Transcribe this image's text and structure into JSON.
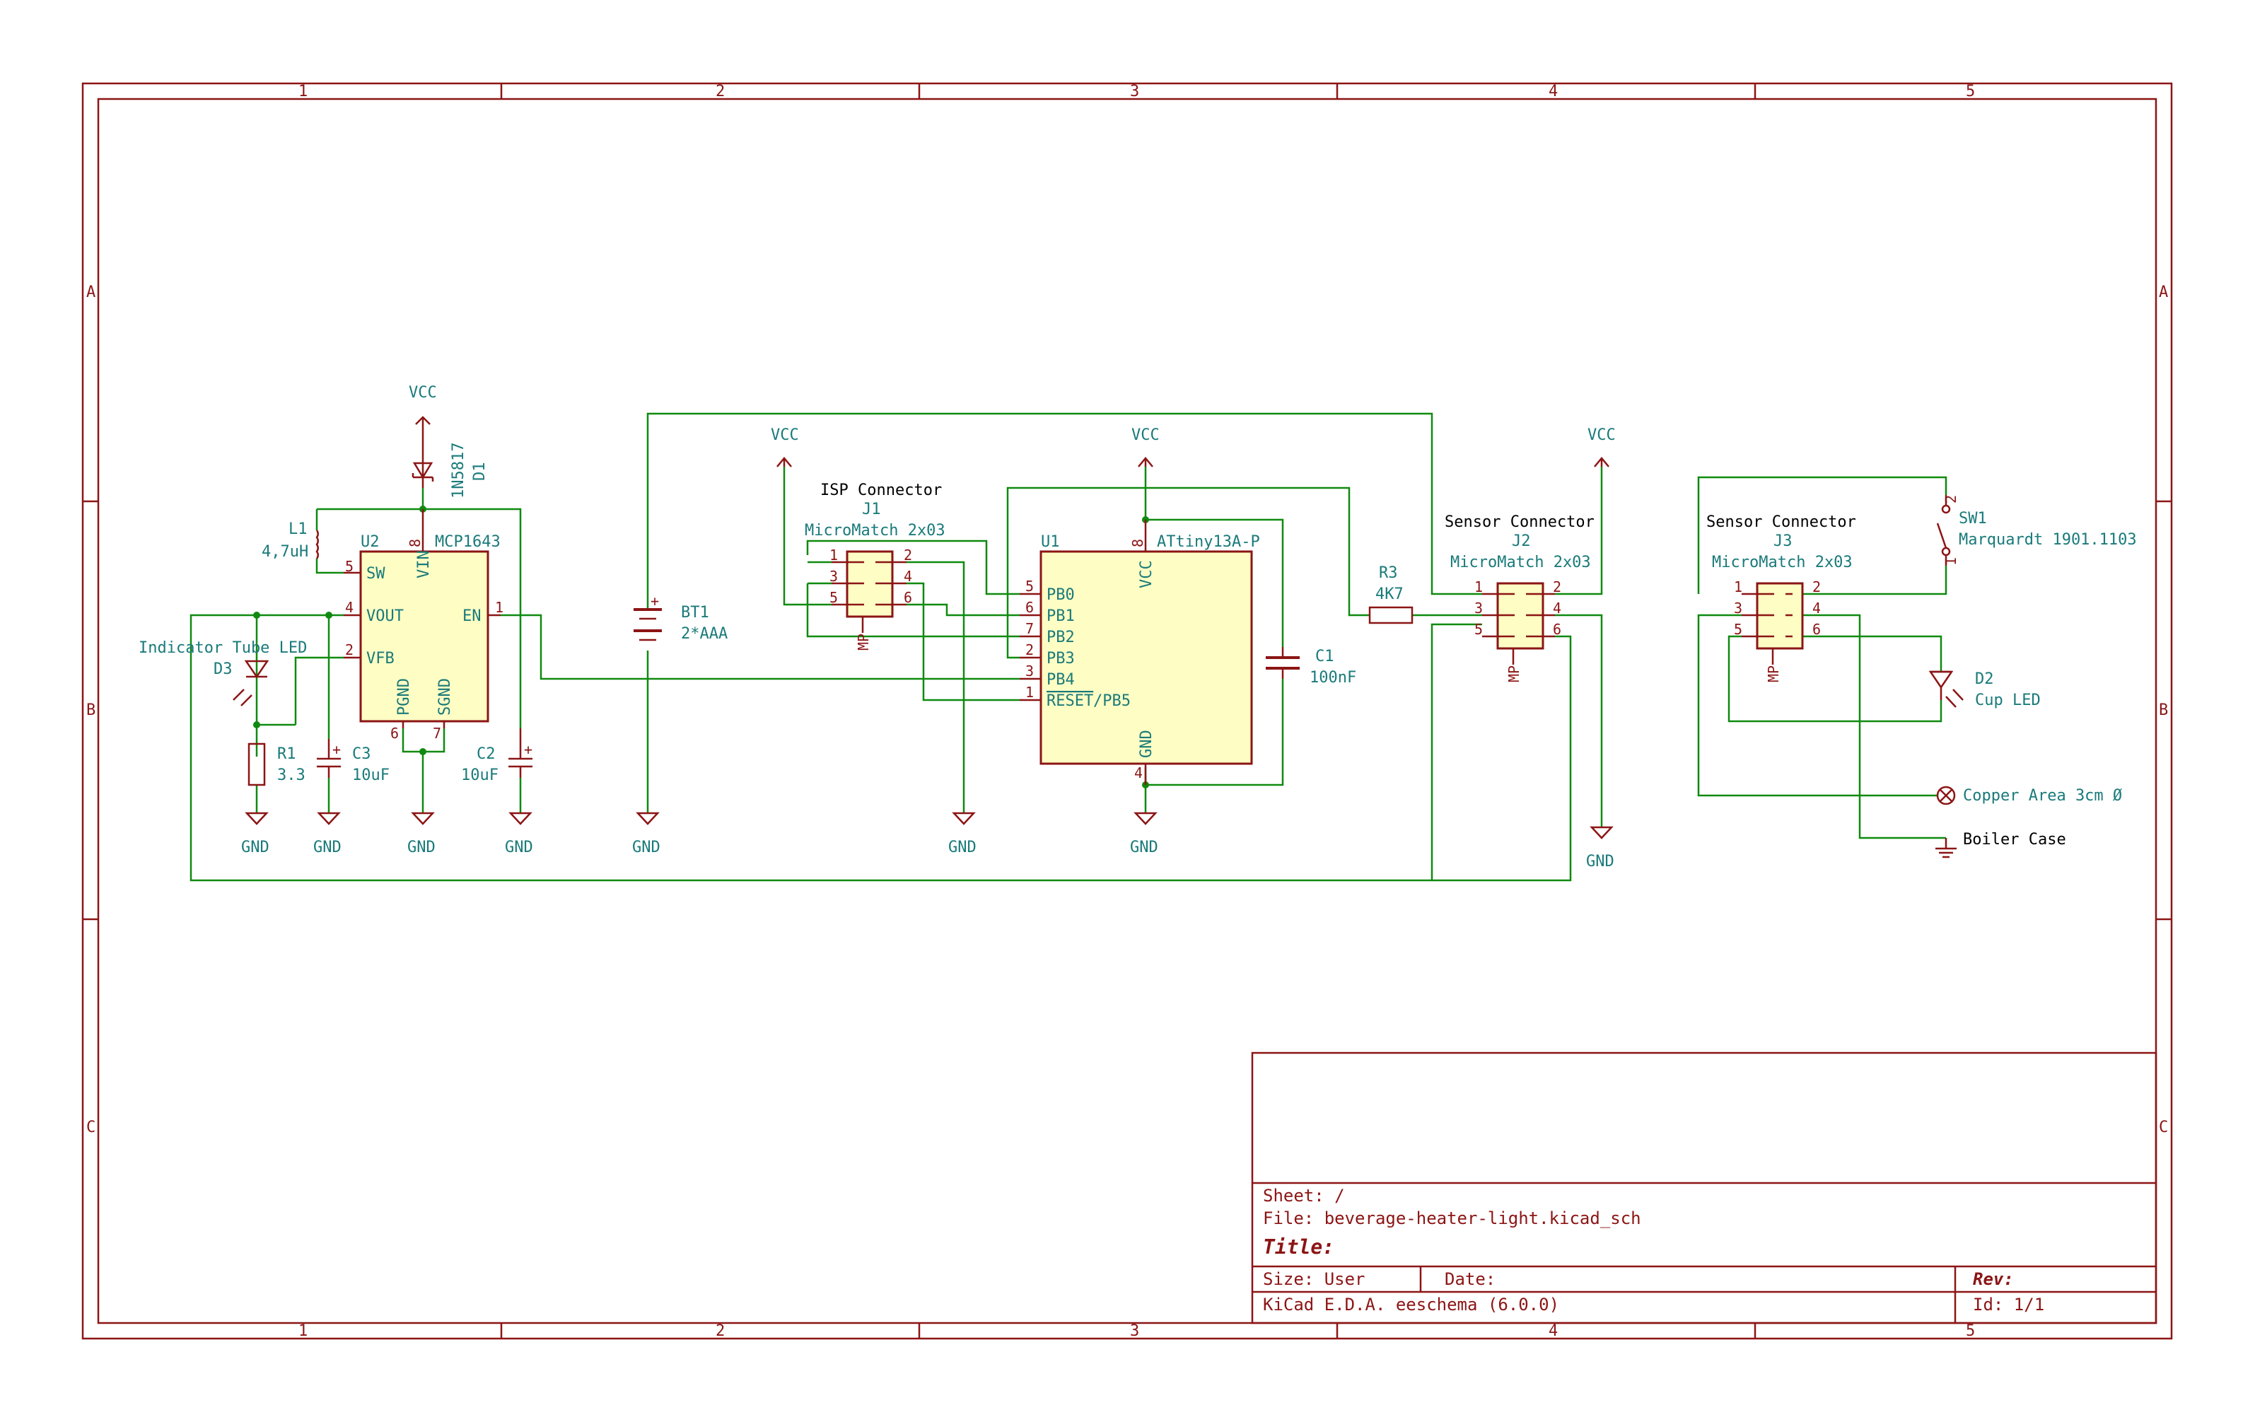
{
  "frame": {
    "columns": [
      "1",
      "2",
      "3",
      "4",
      "5"
    ],
    "rows": [
      "A",
      "B",
      "C"
    ]
  },
  "title_block": {
    "sheet": "Sheet: /",
    "file": "File: beverage-heater-light.kicad_sch",
    "title": "Title:",
    "size": "Size: User",
    "date": "Date:",
    "rev": "Rev:",
    "tool": "KiCad E.D.A.  eeschema (6.0.0)",
    "id": "Id: 1/1"
  },
  "power": {
    "vcc": "VCC",
    "gnd": "GND"
  },
  "components": {
    "d1": {
      "ref": "D1",
      "value": "1N5817"
    },
    "l1": {
      "ref": "L1",
      "value": "4,7uH"
    },
    "u2": {
      "ref": "U2",
      "value": "MCP1643",
      "pins": {
        "sw": "SW",
        "vout": "VOUT",
        "vfb": "VFB",
        "en": "EN",
        "vin": "VIN",
        "pgnd": "PGND",
        "sgnd": "SGND",
        "n_sw": "5",
        "n_vout": "4",
        "n_vfb": "2",
        "n_en": "1",
        "n_vin": "8",
        "n_pgnd": "6",
        "n_sgnd": "7"
      }
    },
    "d3": {
      "ref": "D3",
      "value": "Indicator Tube LED"
    },
    "r1": {
      "ref": "R1",
      "value": "3.3"
    },
    "c3": {
      "ref": "C3",
      "value": "10uF"
    },
    "c2": {
      "ref": "C2",
      "value": "10uF"
    },
    "bt1": {
      "ref": "BT1",
      "value": "2*AAA"
    },
    "j1": {
      "note": "ISP Connector",
      "ref": "J1",
      "value": "MicroMatch 2x03"
    },
    "u1": {
      "ref": "U1",
      "value": "ATtiny13A-P",
      "pins": {
        "pb0": "PB0",
        "pb1": "PB1",
        "pb2": "PB2",
        "pb3": "PB3",
        "pb4": "PB4",
        "reset": "RESET",
        "pb5": "/PB5",
        "vcc": "VCC",
        "gnd": "GND",
        "n_pb0": "5",
        "n_pb1": "6",
        "n_pb2": "7",
        "n_pb3": "2",
        "n_pb4": "3",
        "n_reset": "1",
        "n_vcc": "8",
        "n_gnd": "4"
      }
    },
    "c1": {
      "ref": "C1",
      "value": "100nF"
    },
    "r3": {
      "ref": "R3",
      "value": "4K7"
    },
    "j2": {
      "note": "Sensor Connector",
      "ref": "J2",
      "value": "MicroMatch 2x03"
    },
    "j3": {
      "note": "Sensor Connector",
      "ref": "J3",
      "value": "MicroMatch 2x03"
    },
    "sw1": {
      "ref": "SW1",
      "value": "Marquardt 1901.1103"
    },
    "d2": {
      "ref": "D2",
      "value": "Cup LED"
    },
    "copper": {
      "label": "Copper Area 3cm Ø"
    },
    "boiler": {
      "label": "Boiler Case"
    }
  },
  "connector_pins": [
    "1",
    "2",
    "3",
    "4",
    "5",
    "6"
  ],
  "mp": "MP"
}
